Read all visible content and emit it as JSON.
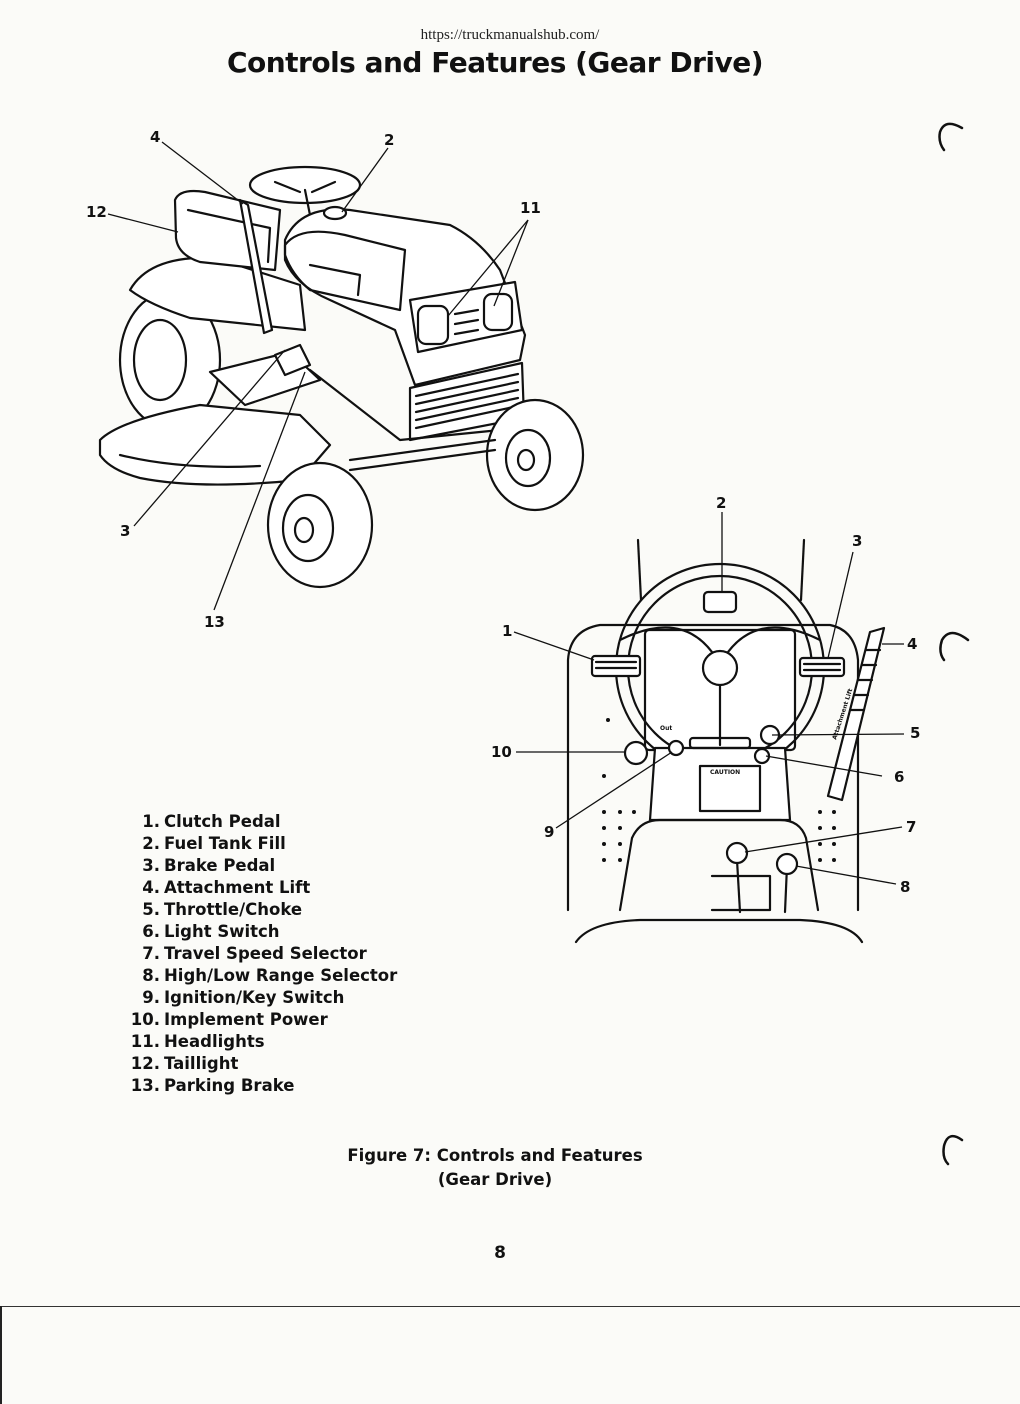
{
  "header": {
    "url": "https://truckmanualshub.com/",
    "title": "Controls and Features (Gear Drive)"
  },
  "figure_tractor": {
    "callouts": [
      "4",
      "2",
      "12",
      "11",
      "3",
      "13"
    ]
  },
  "figure_dashboard": {
    "callouts": [
      "2",
      "3",
      "1",
      "4",
      "5",
      "10",
      "6",
      "9",
      "7",
      "8"
    ],
    "panel_labels": {
      "caution": "CAUTION",
      "out": "Out",
      "lift": "Attachment Lift"
    }
  },
  "legend": [
    {
      "num": "1.",
      "label": "Clutch Pedal"
    },
    {
      "num": "2.",
      "label": "Fuel Tank Fill"
    },
    {
      "num": "3.",
      "label": "Brake Pedal"
    },
    {
      "num": "4.",
      "label": "Attachment Lift"
    },
    {
      "num": "5.",
      "label": "Throttle/Choke"
    },
    {
      "num": "6.",
      "label": "Light Switch"
    },
    {
      "num": "7.",
      "label": "Travel Speed Selector"
    },
    {
      "num": "8.",
      "label": "High/Low Range Selector"
    },
    {
      "num": "9.",
      "label": "Ignition/Key Switch"
    },
    {
      "num": "10.",
      "label": "Implement Power"
    },
    {
      "num": "11.",
      "label": "Headlights"
    },
    {
      "num": "12.",
      "label": "Taillight"
    },
    {
      "num": "13.",
      "label": "Parking Brake"
    }
  ],
  "caption": {
    "line1": "Figure 7: Controls and Features",
    "line2": "(Gear Drive)"
  },
  "footer": {
    "page_number": "8"
  }
}
